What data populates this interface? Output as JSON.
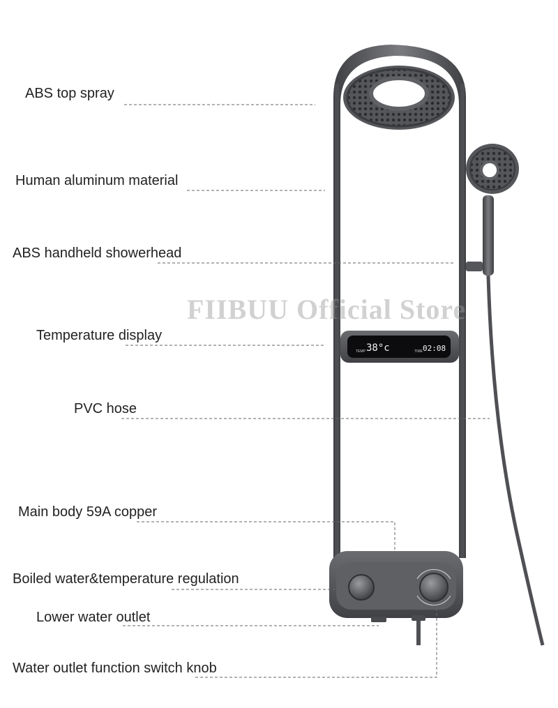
{
  "watermark": "FIIBUU Official Store",
  "display": {
    "temperature": "38°c",
    "temp_tag": "TEMP",
    "time_tag": "TIME",
    "time": "02:08"
  },
  "labels": [
    {
      "id": "abs-top-spray",
      "text": "ABS top spray"
    },
    {
      "id": "aluminum-material",
      "text": "Human aluminum material"
    },
    {
      "id": "handheld-showerhead",
      "text": "ABS handheld showerhead"
    },
    {
      "id": "temperature-display",
      "text": "Temperature display"
    },
    {
      "id": "pvc-hose",
      "text": "PVC hose"
    },
    {
      "id": "main-body",
      "text": "Main body 59A copper"
    },
    {
      "id": "temperature-regulation",
      "text": "Boiled water&temperature regulation"
    },
    {
      "id": "lower-outlet",
      "text": "Lower water outlet"
    },
    {
      "id": "switch-knob",
      "text": "Water outlet function switch knob"
    }
  ],
  "colors": {
    "metal": "#5a5b5e",
    "metal_dark": "#3a3b3e",
    "line": "#666666",
    "screen": "#0c0c0e"
  }
}
